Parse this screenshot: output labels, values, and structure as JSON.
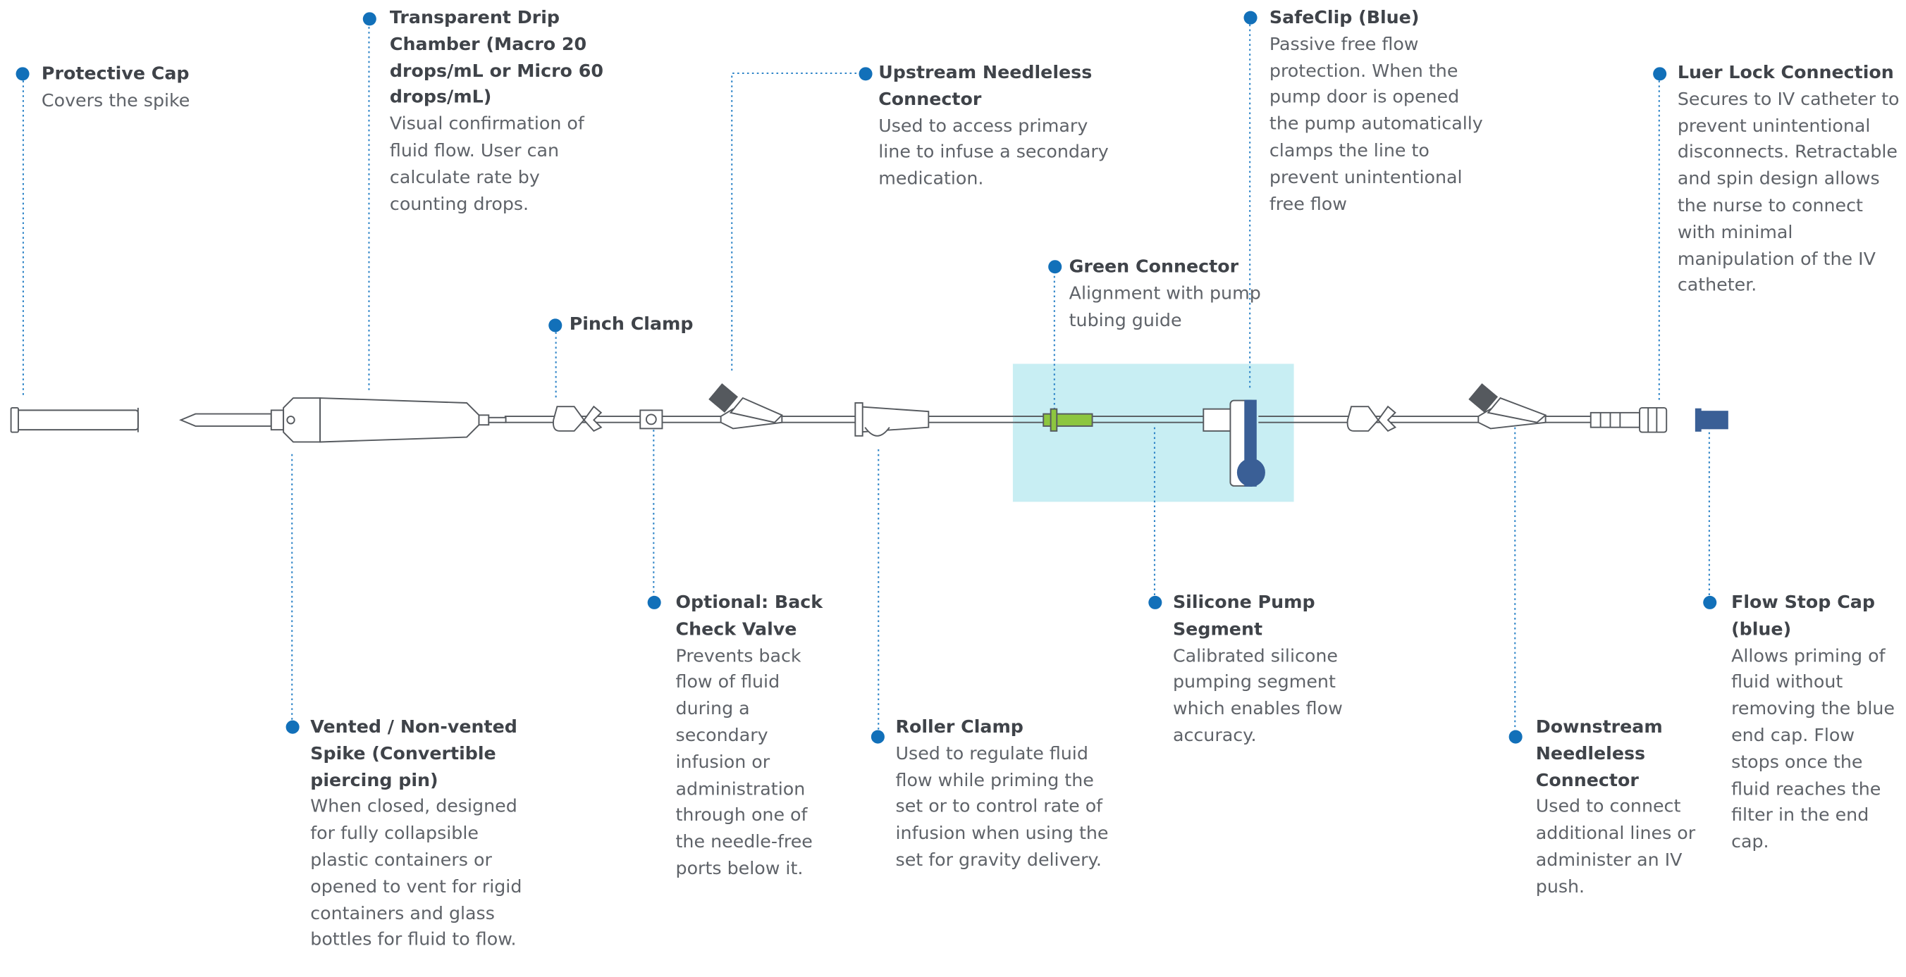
{
  "colors": {
    "accent": "#1270b9",
    "dotted": "#2f85c8",
    "highlight": "#c8eef3",
    "clip": "#3a5f96",
    "green": "#8dc63f",
    "outline": "#55595e"
  },
  "labels": {
    "protective_cap": {
      "title": "Protective Cap",
      "desc": "Covers the spike"
    },
    "drip_chamber": {
      "title": "Transparent Drip Chamber (Macro 20 drops/mL or Micro 60 drops/mL)",
      "desc": "Visual confirmation of fluid flow. User can calculate rate by counting  drops."
    },
    "pinch_clamp": {
      "title": "Pinch Clamp",
      "desc": ""
    },
    "upstream_connector": {
      "title": "Upstream Needleless Connector",
      "desc": "Used to access primary line to infuse a secondary medication."
    },
    "safeclip": {
      "title": "SafeClip (Blue)",
      "desc": "Passive free flow protection. When the pump door is opened the pump automatically clamps the line to prevent unintentional free flow"
    },
    "green_connector": {
      "title": "Green Connector",
      "desc": "Alignment with pump tubing guide"
    },
    "luer_lock": {
      "title": "Luer Lock Connection",
      "desc": "Secures to IV catheter to prevent unintentional disconnects. Retractable and spin design allows the nurse to connect with minimal manipulation of the IV catheter."
    },
    "spike": {
      "title": "Vented / Non-vented Spike (Convertible piercing pin)",
      "desc": "When closed, designed for fully collapsible plastic containers or opened to vent for rigid containers and glass bottles for fluid to flow."
    },
    "back_check_valve": {
      "title": "Optional: Back Check Valve",
      "desc": "Prevents back flow of fluid during a secondary infusion or administration through one of the needle-free ports below it."
    },
    "roller_clamp": {
      "title": "Roller Clamp",
      "desc": "Used to regulate fluid flow while priming the set or to control rate of infusion when using the set for gravity delivery."
    },
    "pump_segment": {
      "title": "Silicone Pump Segment",
      "desc": "Calibrated silicone pumping segment which enables flow accuracy."
    },
    "downstream_connector": {
      "title": "Downstream Needleless Connector",
      "desc": "Used to connect additional lines or administer an IV push."
    },
    "flow_stop_cap": {
      "title": "Flow Stop Cap (blue)",
      "desc": "Allows priming of fluid without removing the blue end cap. Flow stops once the fluid reaches the filter in the end cap."
    }
  }
}
